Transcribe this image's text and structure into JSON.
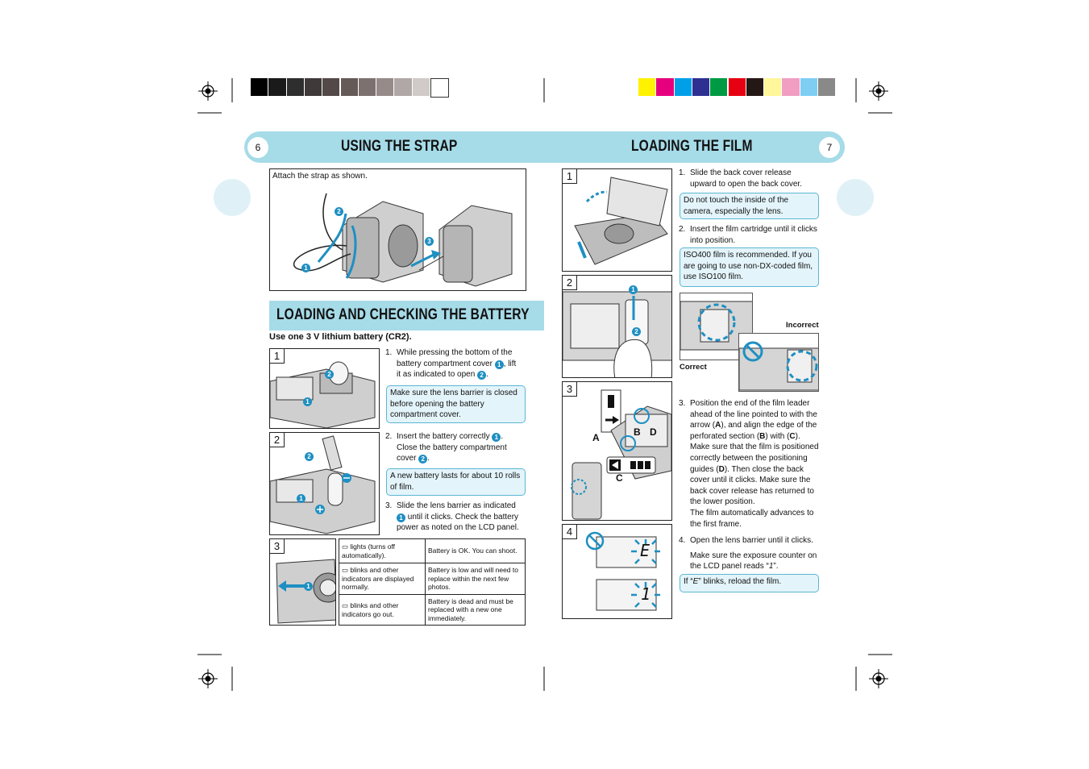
{
  "color_bars": {
    "gray": [
      "#000000",
      "#1a1a1a",
      "#2e2e2e",
      "#3f3a39",
      "#524948",
      "#665a58",
      "#7d716f",
      "#968b89",
      "#b0a8a6",
      "#d0cac8",
      "#ffffff"
    ],
    "color": [
      "#fff200",
      "#e6007e",
      "#00a0e9",
      "#2e3192",
      "#009944",
      "#e60012",
      "#231815",
      "#fff799",
      "#f19ec2",
      "#7ecef4",
      "#898989"
    ]
  },
  "header": {
    "page_left": "6",
    "page_right": "7",
    "title_left": "USING THE STRAP",
    "title_right": "LOADING THE FILM"
  },
  "strap": {
    "caption": "Attach the strap as shown."
  },
  "battery": {
    "title": "LOADING AND CHECKING THE BATTERY",
    "subtitle": "Use one 3 V lithium battery (CR2).",
    "step1": {
      "num": "1.",
      "a": "While pressing the bottom of the battery compartment cover",
      "b": ", lift it as indicated to open",
      "c": "."
    },
    "note1": "Make sure the lens barrier is closed before opening the battery compartment cover.",
    "step2": {
      "num": "2.",
      "a": "Insert the battery correctly",
      "b": ". Close the battery compartment cover",
      "c": "."
    },
    "note2": "A new battery lasts for about 10 rolls of film.",
    "step3": {
      "num": "3.",
      "a": "Slide the lens barrier as indicated",
      "b": "until it clicks. Check the battery power as noted on the LCD panel."
    },
    "table": [
      {
        "indicator": "lights (turns off automatically).",
        "status": "Battery is OK. You can shoot."
      },
      {
        "indicator": "blinks and other indicators are displayed normally.",
        "status": "Battery is low and will need to replace within the next few photos."
      },
      {
        "indicator": "blinks and other indicators go out.",
        "status": "Battery is dead and must be replaced with a new one immediately."
      }
    ]
  },
  "film": {
    "step1": {
      "num": "1.",
      "text": "Slide the back cover release upward to open the back cover."
    },
    "note1": "Do not touch the inside of the camera, especially the lens.",
    "step2": {
      "num": "2.",
      "text": "Insert the film cartridge until it clicks into position."
    },
    "note2": "ISO400 film is recommended. If you are going to use non-DX-coded film, use ISO100 film.",
    "label_incorrect": "Incorrect",
    "label_correct": "Correct",
    "step3": {
      "num": "3.",
      "p1": "Position the end of the film leader ahead of the line pointed to with the arrow (",
      "A": "A",
      "p2": "), and align the edge of the perforated section (",
      "B": "B",
      "p3": ") with (",
      "C": "C",
      "p4": "). Make sure that the film is positioned correctly between the positioning guides (",
      "D": "D",
      "p5": "). Then close the back cover until it clicks. Make sure the back cover release has returned to the lower position.",
      "p6": "The film automatically advances to the first frame."
    },
    "step4": {
      "num": "4.",
      "text": "Open the lens barrier until it clicks.",
      "text2": "Make sure the exposure counter on the LCD panel reads “",
      "text2_end": "”."
    },
    "note3_a": "If “",
    "note3_b": "” blinks, reload the film.",
    "fig_labels": {
      "A": "A",
      "B": "B",
      "C": "C",
      "D": "D"
    },
    "lcd_e": "E",
    "lcd_1": "1"
  },
  "step_numbers": {
    "s1": "1",
    "s2": "2",
    "s3": "3",
    "s4": "4"
  },
  "circ": {
    "c1": "1",
    "c2": "2",
    "c3": "3"
  }
}
